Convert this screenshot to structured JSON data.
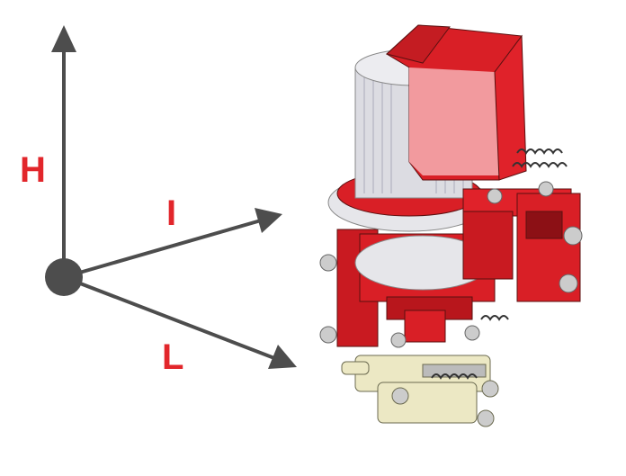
{
  "axes": {
    "h_label": "H",
    "i_label": "I",
    "l_label": "L"
  },
  "colors": {
    "axis": "#4d4d4d",
    "label": "#e2262b",
    "machine_red": "#d91f26",
    "machine_dark_red": "#a3141a",
    "machine_pink": "#f29a9e",
    "silver": "#e6e6ea",
    "beige": "#ece8c4"
  }
}
